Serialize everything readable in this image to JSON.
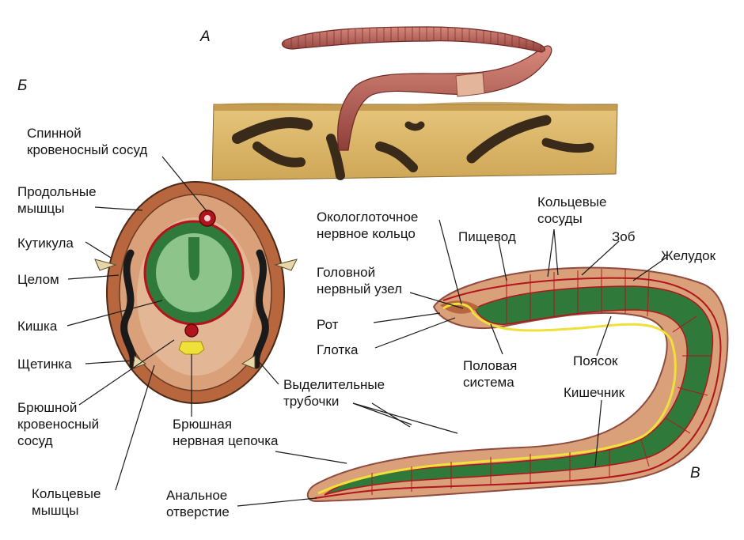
{
  "panels": {
    "a": "А",
    "b": "Б",
    "v": "В"
  },
  "cross_section": {
    "dorsal_vessel": "Спинной\nкровеносный сосуд",
    "longitudinal_muscles": "Продольные\nмышцы",
    "cuticle": "Кутикула",
    "coelom": "Целом",
    "intestine": "Кишка",
    "bristle": "Щетинка",
    "ventral_vessel": "Брюшной\nкровеносный\nсосуд",
    "circular_muscles": "Кольцевые\nмышцы",
    "ventral_nerve_cord": "Брюшная\nнервная цепочка",
    "excretory_tubules": "Выделительные\nтрубочки"
  },
  "longitudinal": {
    "nerve_ring": "Окологлоточное\nнервное кольцо",
    "cerebral_ganglion": "Головной\nнервный узел",
    "mouth": "Рот",
    "pharynx": "Глотка",
    "esophagus": "Пищевод",
    "ring_vessels": "Кольцевые\nсосуды",
    "crop": "Зоб",
    "stomach": "Желудок",
    "reproductive_system": "Половая\nсистема",
    "clitellum": "Поясок",
    "gut": "Кишечник",
    "anus": "Анальное\nотверстие"
  },
  "colors": {
    "soil": "#d9b56a",
    "soil_dark": "#3a2a1a",
    "worm_skin": "#b5554a",
    "body_wall": "#d9a07a",
    "muscle_outer": "#b8663d",
    "gut_green": "#2f7a3a",
    "gut_light": "#8cc48a",
    "vessel_red": "#b3141c",
    "nerve_yellow": "#f0e03a"
  }
}
